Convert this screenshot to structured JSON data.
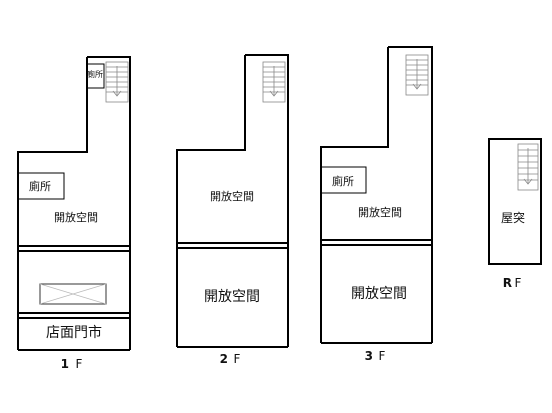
{
  "floors": [
    {
      "name": "1F",
      "num": "1",
      "suffix": "F",
      "rooms": {
        "toilet_stair": "廁所",
        "toilet": "廁所",
        "open_space": "開放空間",
        "storefront": "店面門市"
      }
    },
    {
      "name": "2F",
      "num": "2",
      "suffix": "F",
      "rooms": {
        "open_space_upper": "開放空間",
        "open_space_lower": "開放空間"
      }
    },
    {
      "name": "3F",
      "num": "3",
      "suffix": "F",
      "rooms": {
        "toilet": "廁所",
        "open_space_upper": "開放空間",
        "open_space_lower": "開放空間"
      }
    },
    {
      "name": "RF",
      "num": "R",
      "suffix": "F",
      "rooms": {
        "roof_structure": "屋突"
      }
    }
  ]
}
